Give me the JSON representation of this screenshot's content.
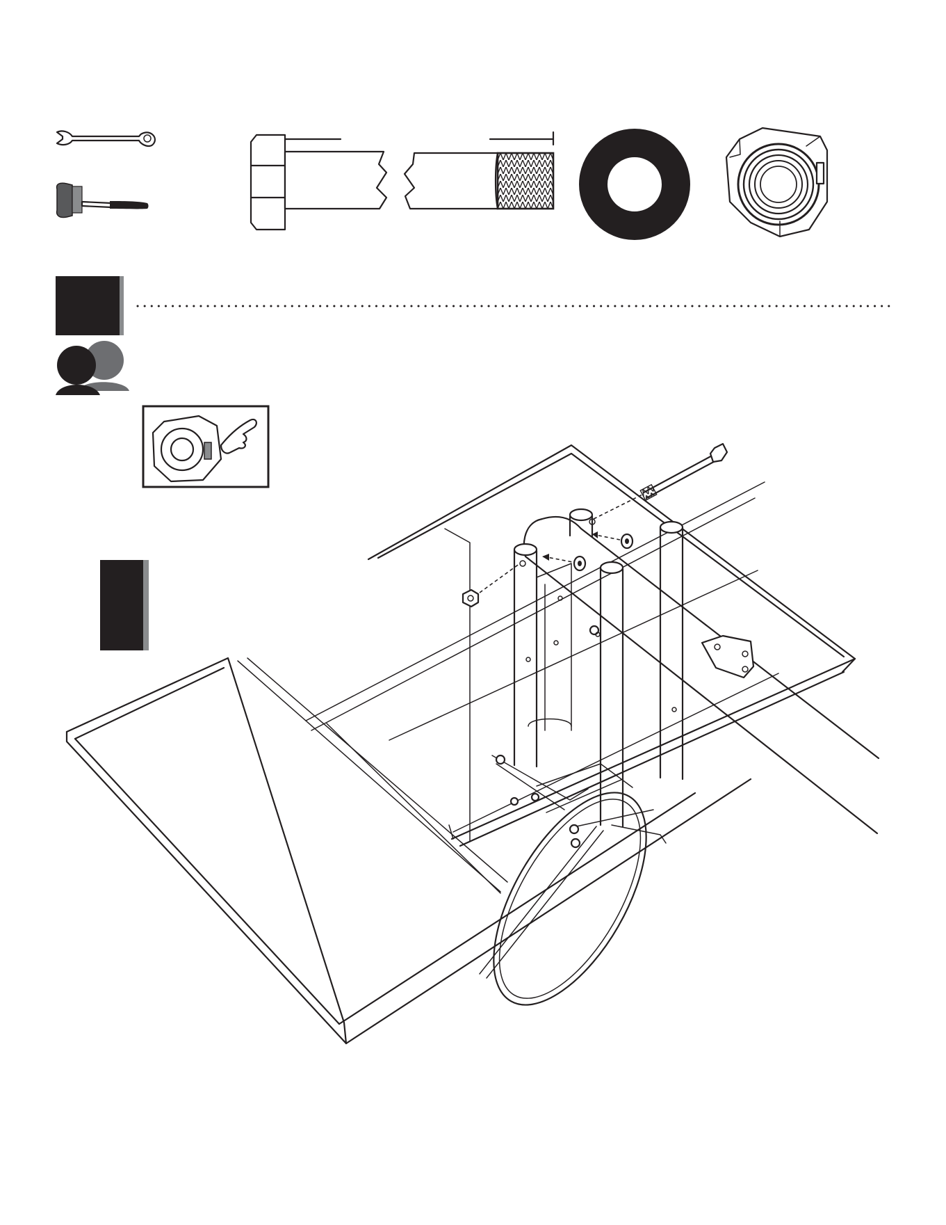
{
  "page": {
    "type": "assembly-instruction-page",
    "text": []
  },
  "tools": [
    {
      "name": "wrench-icon"
    },
    {
      "name": "rubber-mallet-icon"
    }
  ],
  "hardware": [
    {
      "name": "hex-bolt"
    },
    {
      "name": "washer"
    },
    {
      "name": "lock-nut"
    }
  ],
  "step": {
    "number_badge": "",
    "people_required_icon": "two-person-icon",
    "detail_inset": "nylon-insert-lock-nut-detail",
    "view_badge": ""
  },
  "colors": {
    "ink": "#231f20",
    "badge": "#231f20",
    "badge_shadow": "#8a8c8e",
    "person_back": "#6d6e71"
  }
}
